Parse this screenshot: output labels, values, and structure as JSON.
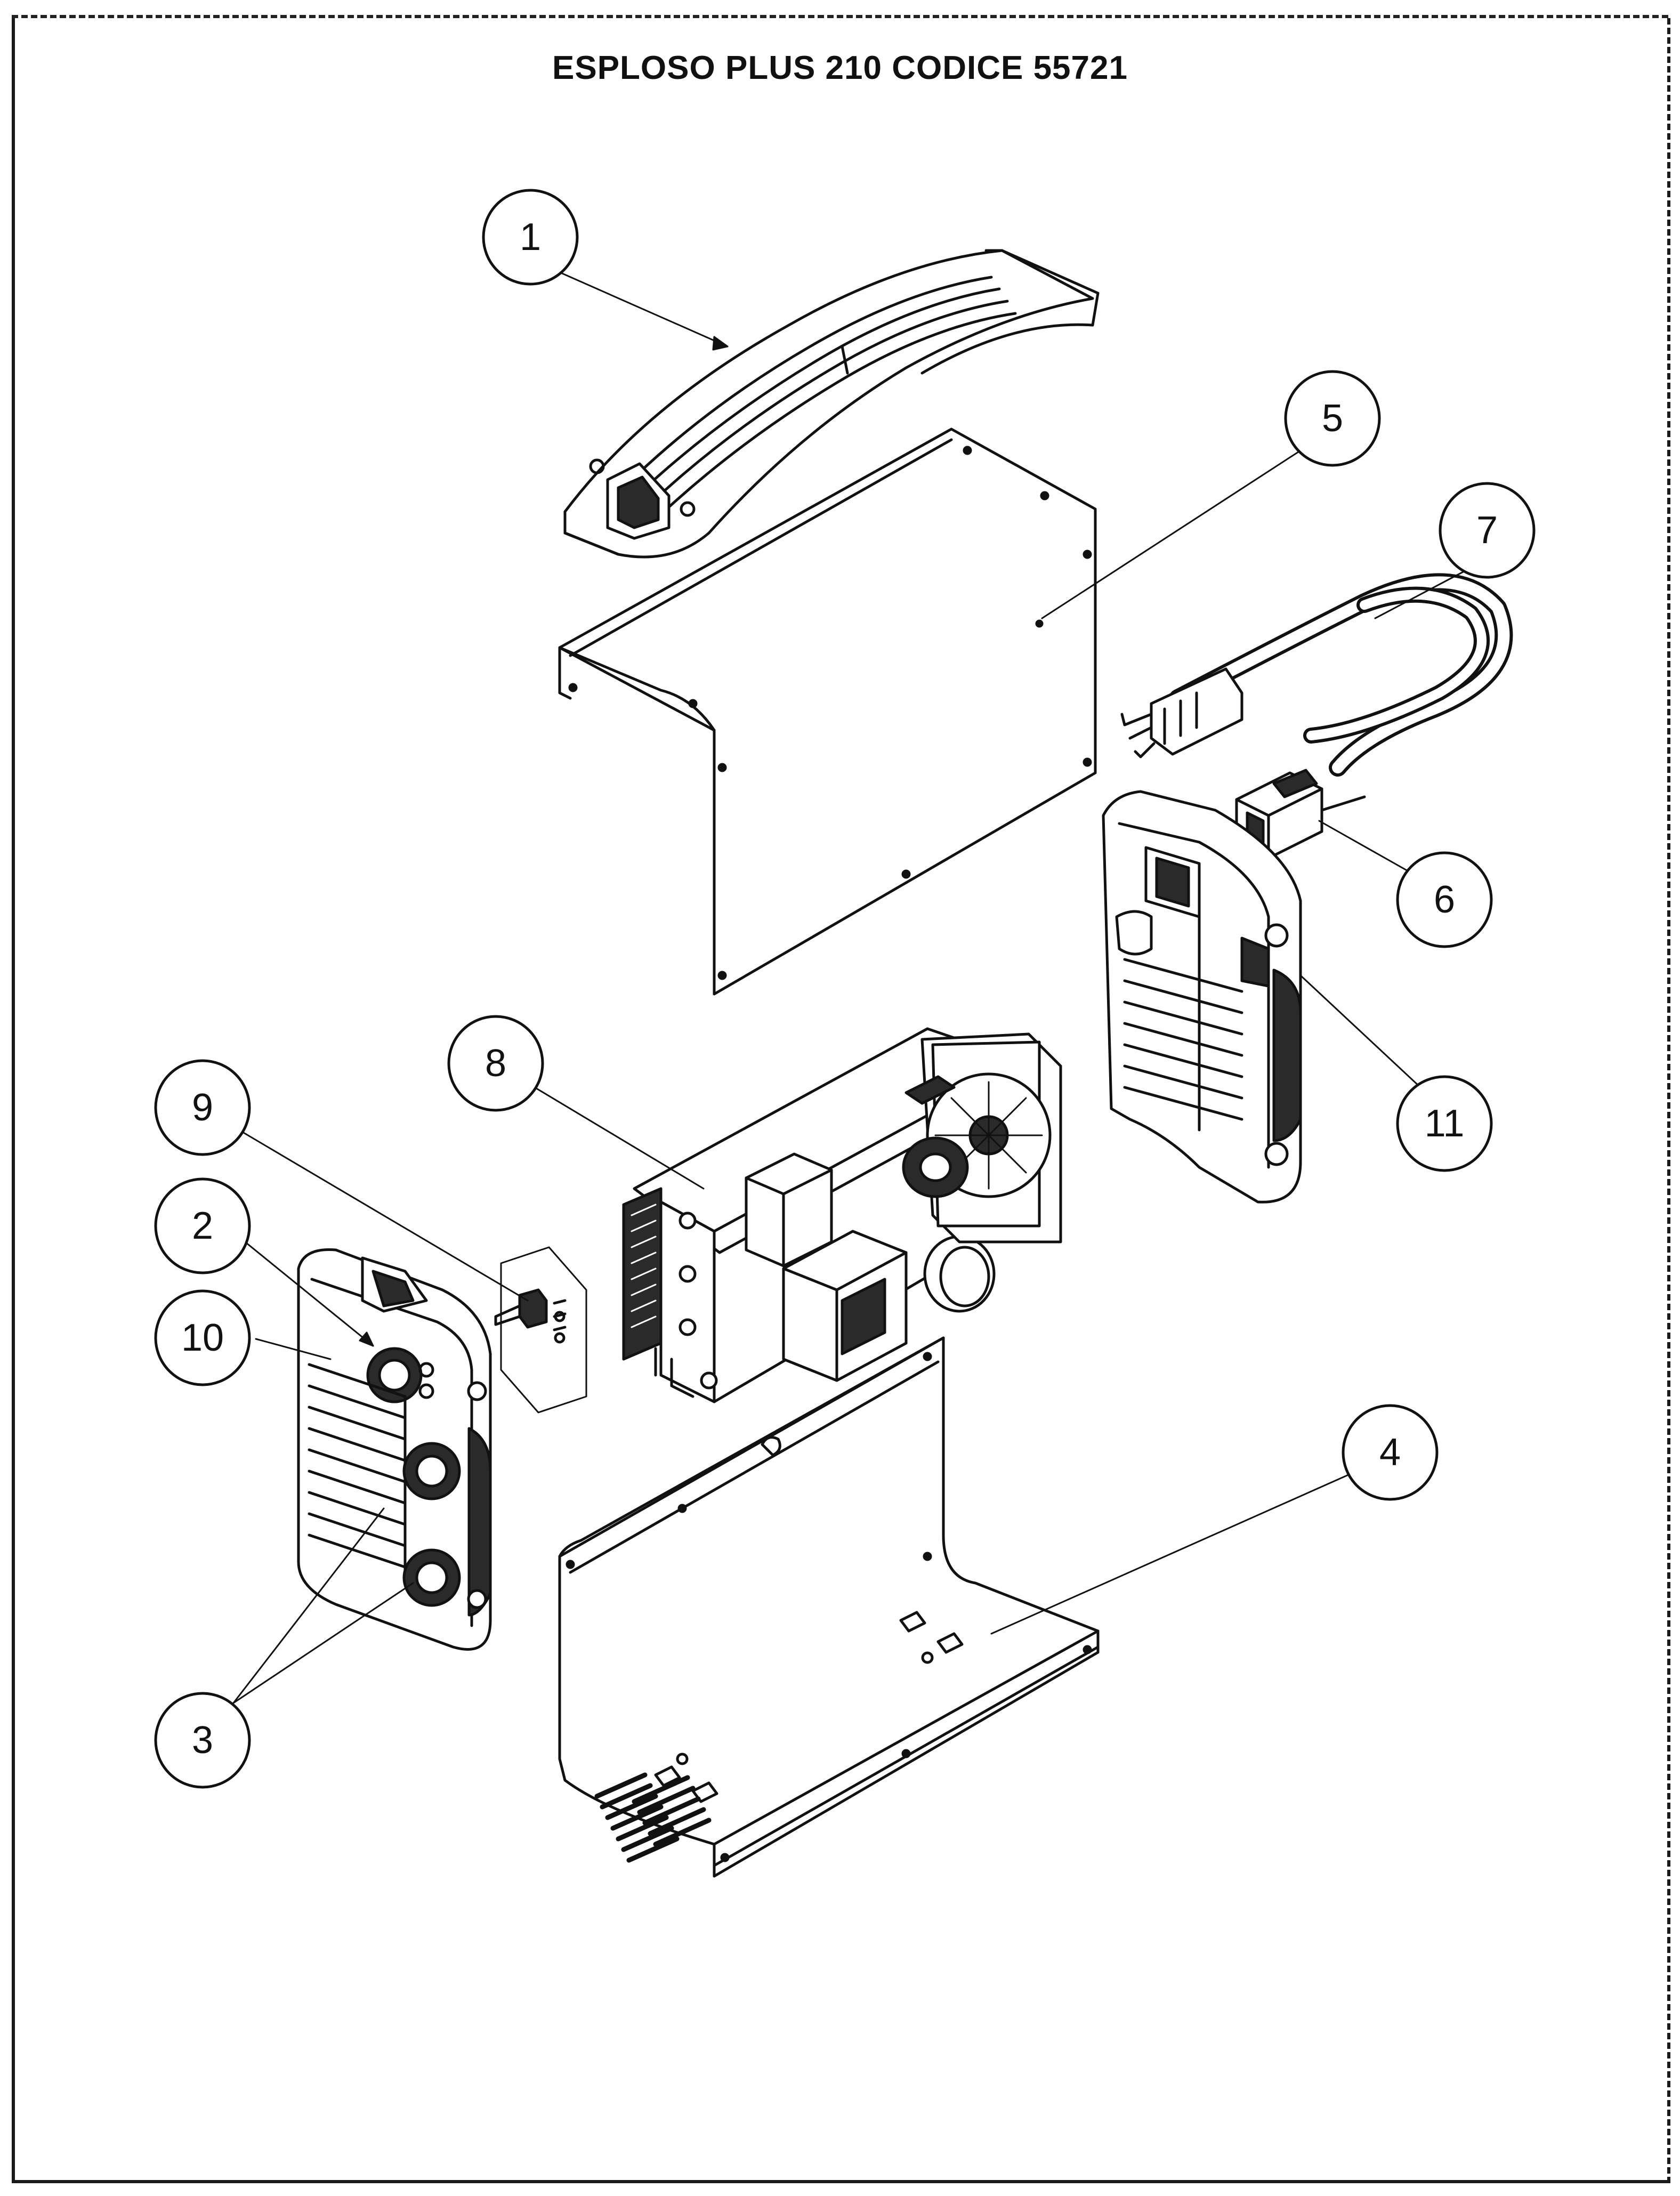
{
  "title": "ESPLOSO PLUS 210 CODICE 55721",
  "callouts": [
    {
      "id": "1",
      "label": "1"
    },
    {
      "id": "2",
      "label": "2"
    },
    {
      "id": "3",
      "label": "3"
    },
    {
      "id": "4",
      "label": "4"
    },
    {
      "id": "5",
      "label": "5"
    },
    {
      "id": "6",
      "label": "6"
    },
    {
      "id": "7",
      "label": "7"
    },
    {
      "id": "8",
      "label": "8"
    },
    {
      "id": "9",
      "label": "9"
    },
    {
      "id": "10",
      "label": "10"
    },
    {
      "id": "11",
      "label": "11"
    }
  ],
  "colors": {
    "ink": "#111111",
    "paper": "#ffffff",
    "shade": "#2a2a2a"
  }
}
